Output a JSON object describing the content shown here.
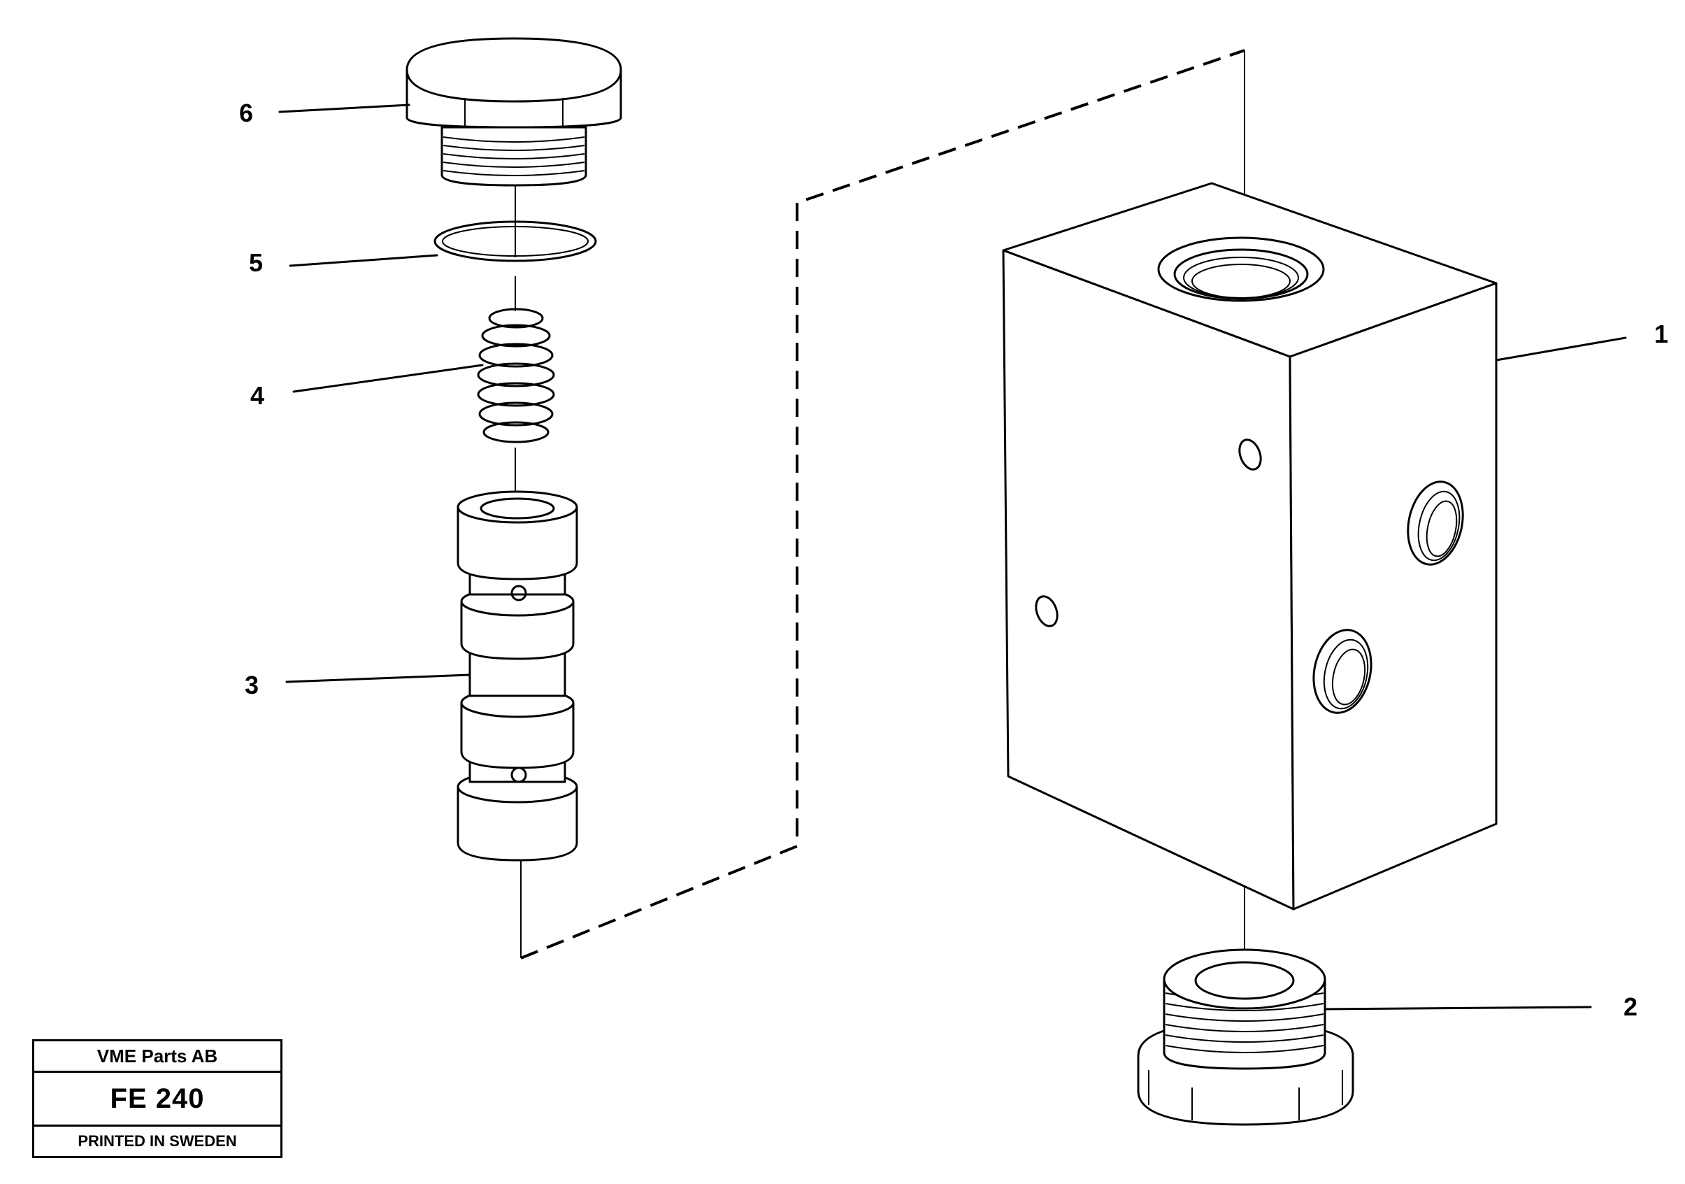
{
  "diagram": {
    "callouts": [
      {
        "id": "1",
        "label": "1"
      },
      {
        "id": "2",
        "label": "2"
      },
      {
        "id": "3",
        "label": "3"
      },
      {
        "id": "4",
        "label": "4"
      },
      {
        "id": "5",
        "label": "5"
      },
      {
        "id": "6",
        "label": "6"
      }
    ]
  },
  "title_block": {
    "company": "VME Parts AB",
    "code": "FE 240",
    "printed": "PRINTED IN SWEDEN"
  }
}
